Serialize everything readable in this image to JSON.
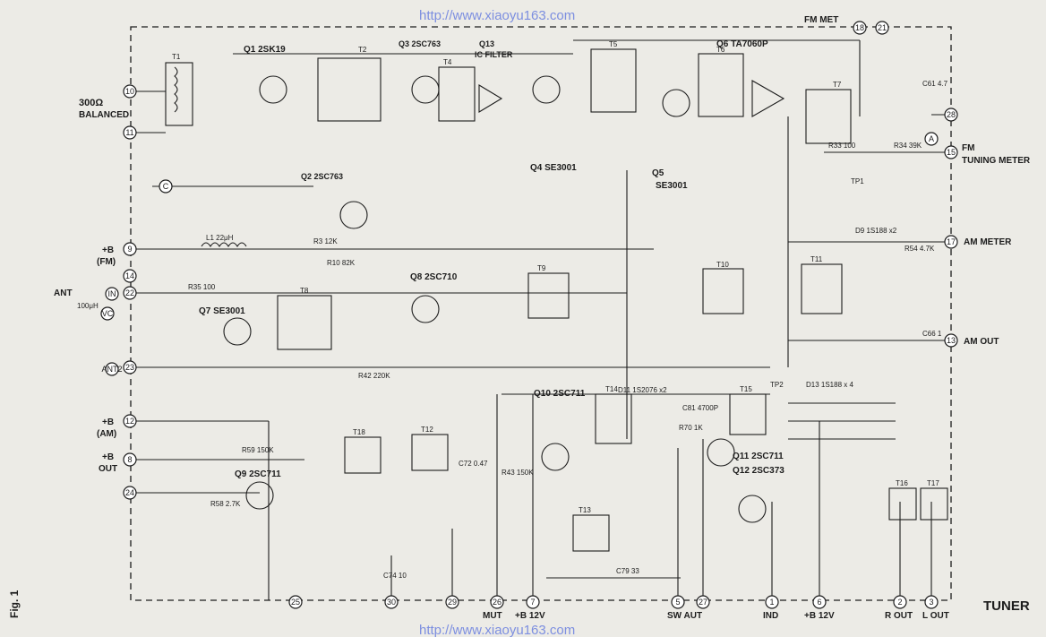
{
  "watermark": {
    "top": "http://www.xiaoyu163.com",
    "bottom": "http://www.xiaoyu163.com"
  },
  "title": "TUNER",
  "fig_label": "Fig. 1",
  "inputs": {
    "balanced": "300Ω",
    "balanced2": "BALANCED",
    "ant": "ANT"
  },
  "outputs": {
    "fm_met": "FM MET",
    "fm_tuning_meter": "FM",
    "fm_tuning_meter2": "TUNING METER",
    "am_meter": "AM METER",
    "am_out": "AM OUT",
    "r_out": "R OUT",
    "l_out": "L OUT",
    "ind": "IND",
    "b12v": "+B 12V",
    "sw_aut": "SW  AUT",
    "b12v_left": "+B 12V",
    "mut": "MUT"
  },
  "supply": {
    "bfm": "+B",
    "bfm2": "(FM)",
    "bam": "+B",
    "bam2": "(AM)",
    "bout": "+B",
    "bout2": "OUT"
  },
  "transistors": [
    {
      "id": "q1",
      "label": "Q1  2SK19"
    },
    {
      "id": "q2",
      "label": "Q2 2SC763"
    },
    {
      "id": "q3",
      "label": "Q3  2SC763"
    },
    {
      "id": "q13",
      "label": "Q13"
    },
    {
      "id": "q13b",
      "label": "IC FILTER"
    },
    {
      "id": "q4",
      "label": "Q4  SE3001"
    },
    {
      "id": "q5",
      "label": "Q5"
    },
    {
      "id": "q5b",
      "label": "SE3001"
    },
    {
      "id": "q6",
      "label": "Q6  TA7060P"
    },
    {
      "id": "q7",
      "label": "Q7 SE3001"
    },
    {
      "id": "q8",
      "label": "Q8  2SC710"
    },
    {
      "id": "q9",
      "label": "Q9  2SC711"
    },
    {
      "id": "q10",
      "label": "Q10  2SC711"
    },
    {
      "id": "q11",
      "label": "Q11  2SC711"
    },
    {
      "id": "q12",
      "label": "Q12  2SC373"
    }
  ],
  "transformers": [
    "T1",
    "T2",
    "T4",
    "T5",
    "T6",
    "T7",
    "T8",
    "T9",
    "T10",
    "T11",
    "T12",
    "T13",
    "T14",
    "T15",
    "T16",
    "T17",
    "T18"
  ],
  "parts": {
    "l1": "L1  22μH",
    "r35": "R35 100",
    "r42": "R42 220K",
    "r58": "R58 2.7K",
    "r59": "R59 150K",
    "r43": "R43 150K",
    "r70": "R70 1K",
    "r33": "R33 100",
    "r34": "R34 39K",
    "r54": "R54 4.7K",
    "r3": "R3 12K",
    "r10": "R10 82K",
    "c72": "C72 0.47",
    "c79": "C79 33",
    "c81": "C81 4700P",
    "tp1": "TP1",
    "tp2": "TP2",
    "d9": "D9  1S188 x2",
    "d11": "D11 1S2076 x2",
    "d13": "D13  1S188 x 4",
    "c61": "C61 4.7",
    "c66": "C66 1",
    "l100": "100μH",
    "c74": "C74  10"
  },
  "terminals": [
    "10",
    "11",
    "9",
    "14",
    "22",
    "23",
    "12",
    "8",
    "24",
    "25",
    "30",
    "29",
    "26",
    "7",
    "5",
    "27",
    "1",
    "6",
    "2",
    "3",
    "13",
    "17",
    "15",
    "28",
    "18",
    "21",
    "IN",
    "VC",
    "ANT2",
    "C",
    "A"
  ]
}
